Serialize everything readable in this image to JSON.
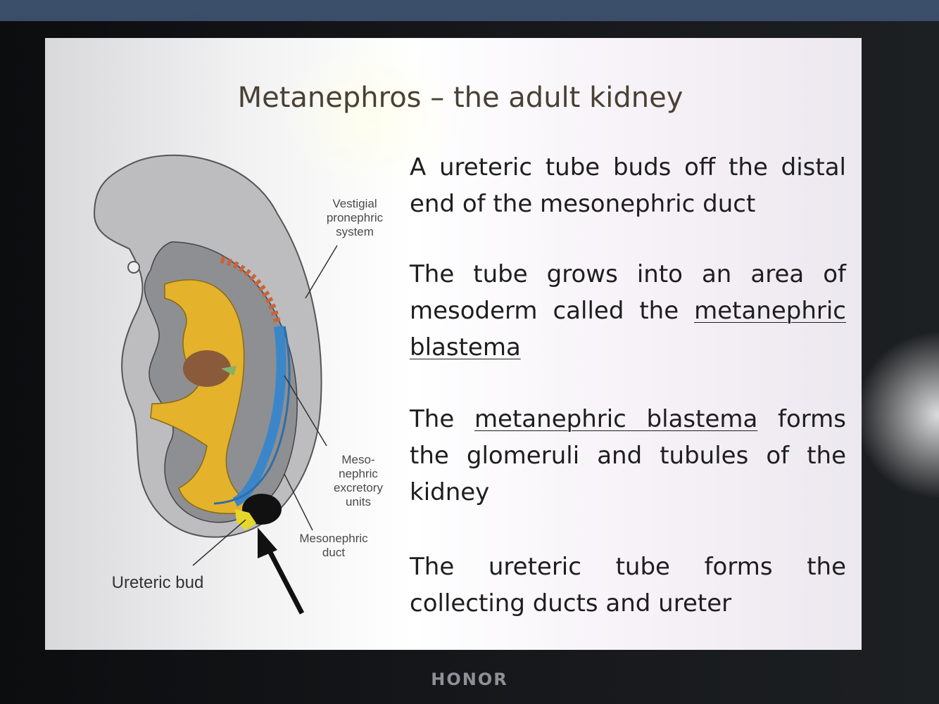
{
  "slide": {
    "title": "Metanephros – the adult kidney",
    "paragraphs": [
      {
        "parts": [
          "A ureteric tube buds off the distal end of the mesonephric duct"
        ]
      },
      {
        "parts": [
          "The tube grows into an area of mesoderm called the ",
          "metanephric blastema",
          ""
        ]
      },
      {
        "parts": [
          "The ",
          "metanephric blastema",
          " forms the glomeruli and tubules of the kidney"
        ]
      },
      {
        "parts": [
          "The ureteric tube forms the collecting ducts and ureter"
        ]
      }
    ]
  },
  "diagram_labels": {
    "vestigial": [
      "Vestigial",
      "pronephric",
      "system"
    ],
    "mesonephric_units": [
      "Meso-",
      "nephric",
      "excretory",
      "units"
    ],
    "mesonephric_duct": [
      "Mesonephric",
      "duct"
    ],
    "ureteric_bud": "Ureteric bud"
  },
  "device": {
    "brand": "HONOR"
  },
  "colors": {
    "embryo_gray": "#a9a9ab",
    "neural_yellow": "#e4b22b",
    "pronephros_red": "#c8643c",
    "mesonephros_blue": "#3b86c8",
    "liver_brown": "#8a5a3a"
  }
}
